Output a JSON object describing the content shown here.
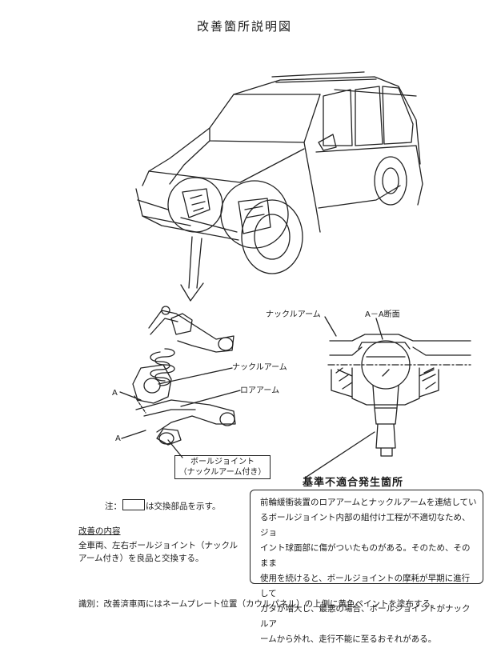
{
  "title": "改善箇所説明図",
  "labels": {
    "knuckle_arm_upper": "ナックルアーム",
    "section_aa": "A－A断面",
    "knuckle_arm_mid": "ナックルアーム",
    "lower_arm": "ロアアーム",
    "marker_a_upper": "A",
    "marker_a_lower": "A",
    "ball_joint_line1": "ボールジョイント",
    "ball_joint_line2": "（ナックルアーム付き）",
    "nonconformity": "基準不適合発生箇所"
  },
  "note": {
    "prefix": "注：",
    "suffix": "は交換部品を示す。"
  },
  "improvement": {
    "heading": "改善の内容",
    "line1": "全車両、左右ボールジョイント（ナックル",
    "line2": "アーム付き）を良品と交換する。"
  },
  "description": {
    "line1": "前輪緩衝装置のロアアームとナックルアームを連結してい",
    "line2": "るボールジョイント内部の組付け工程が不適切なため、ジョ",
    "line3": "イント球面部に傷がついたものがある。そのため、そのまま",
    "line4": "使用を続けると、ボールジョイントの摩耗が早期に進行して",
    "line5": "ガタが増大し、最悪の場合、ボールジョイントがナックルア",
    "line6": "ームから外れ、走行不能に至るおそれがある。"
  },
  "identification": "識別：改善済車両にはネームプレート位置（カウルパネル）の上側に黄色ペイントを塗布する。"
}
